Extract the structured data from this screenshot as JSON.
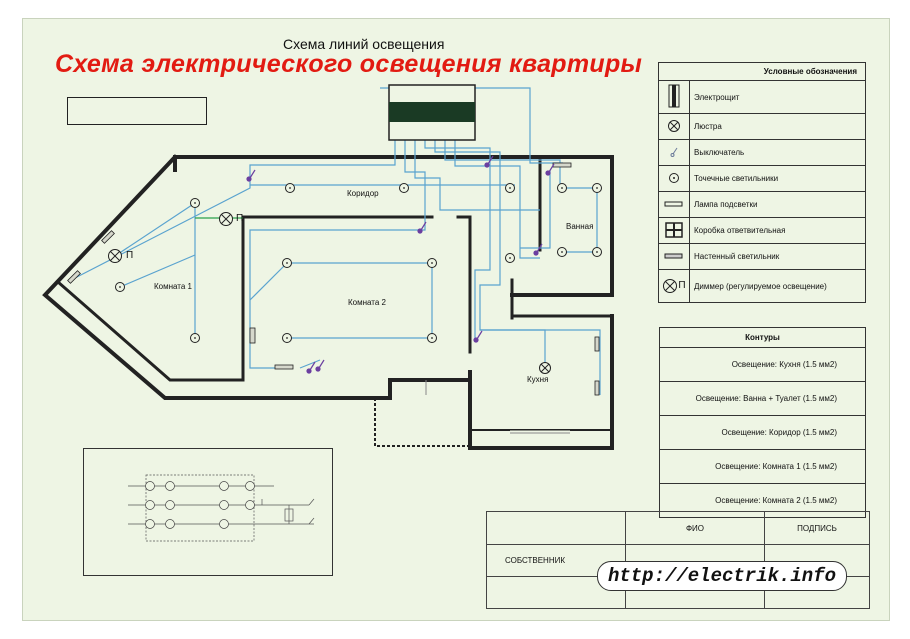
{
  "header": {
    "plan_title": "Схема линий освещения",
    "overlay_title": "Схема электрического освещения квартиры"
  },
  "rooms": {
    "corridor": "Коридор",
    "room1": "Комната 1",
    "room2": "Комната 2",
    "bath": "Ванная",
    "kitchen": "Кухня"
  },
  "marks": {
    "dimmer_p1": "П"
  },
  "legend": {
    "header": "Условные обозначения",
    "items": [
      {
        "icon": "panel-icon",
        "label": "Электрощит"
      },
      {
        "icon": "chandelier-icon",
        "label": "Люстра"
      },
      {
        "icon": "switch-icon",
        "label": "Выключатель"
      },
      {
        "icon": "spotlight-icon",
        "label": "Точечные светильники"
      },
      {
        "icon": "backlight-lamp-icon",
        "label": "Лампа подсветки"
      },
      {
        "icon": "junction-box-icon",
        "label": "Коробка ответвительная"
      },
      {
        "icon": "wall-lamp-icon",
        "label": "Настенный светильник"
      },
      {
        "icon": "dimmer-icon",
        "label": "Диммер (регулируемое освещение)",
        "mark": "П"
      }
    ]
  },
  "contours": {
    "header": "Контуры",
    "items": [
      "Освещение: Кухня (1.5 мм2)",
      "Освещение: Ванна + Туалет (1.5 мм2)",
      "Освещение: Коридор (1.5 мм2)",
      "Освещение: Комната 1 (1.5 мм2)",
      "Освещение: Комната 2 (1.5 мм2)"
    ]
  },
  "stamp": {
    "fio": "ФИО",
    "signature": "ПОДПИСЬ",
    "owner": "СОБСТВЕННИК"
  },
  "watermark": {
    "url": "http://electrik.info"
  },
  "colors": {
    "wire": "#5aa3cf",
    "wall": "#222222",
    "switch": "#6b3fa0",
    "red_title": "#e21b12",
    "sheet_bg": "#eef5e4"
  }
}
